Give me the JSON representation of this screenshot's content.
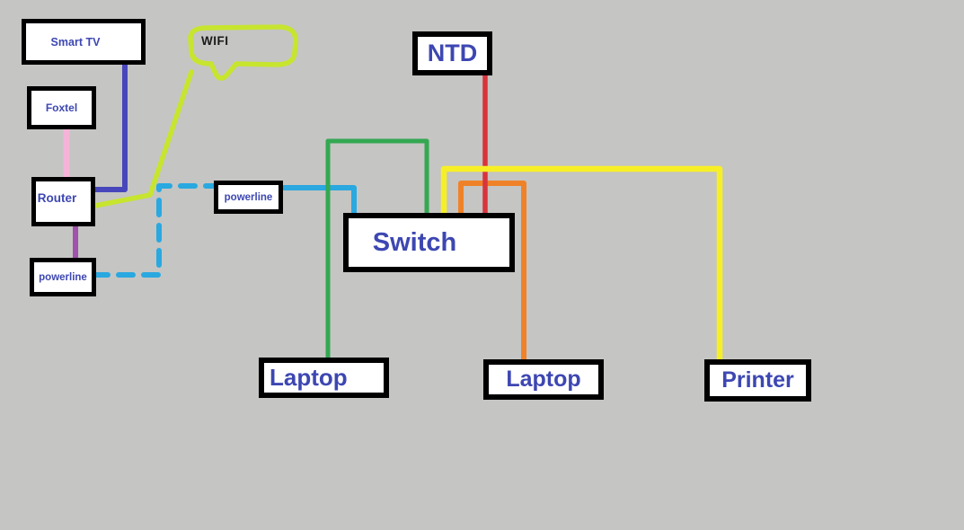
{
  "diagram": {
    "colors": {
      "background": "#c5c5c3",
      "node_fill": "#ffffff",
      "node_border": "#000000",
      "label_blue": "#3d47b2",
      "wifi_text": "#1a1a1a"
    },
    "nodes": {
      "smart_tv": {
        "label": "Smart TV"
      },
      "foxtel": {
        "label": "Foxtel"
      },
      "router": {
        "label": "Router"
      },
      "powerline_right": {
        "label": "powerline"
      },
      "powerline_left": {
        "label": "powerline"
      },
      "ntd": {
        "label": "NTD"
      },
      "switch": {
        "label": "Switch"
      },
      "laptop_left": {
        "label": "Laptop"
      },
      "laptop_right": {
        "label": "Laptop"
      },
      "printer": {
        "label": "Printer"
      }
    },
    "wifi": {
      "label": "WIFI",
      "color": "#c7e52f"
    },
    "connections": {
      "smarttv_router": {
        "from": "Smart TV",
        "to": "Router",
        "color": "#4747bb",
        "style": "solid"
      },
      "foxtel_router": {
        "from": "Foxtel",
        "to": "Router",
        "color": "#f5b3d8",
        "style": "solid"
      },
      "router_powerline": {
        "from": "Router",
        "to": "powerline",
        "color": "#a052ac",
        "style": "solid"
      },
      "wifi_router": {
        "from": "WIFI",
        "to": "Router",
        "color": "#c7e52f",
        "style": "solid"
      },
      "powerline_powerline": {
        "from": "powerline",
        "to": "powerline",
        "color": "#2aa8e0",
        "style": "dashed"
      },
      "powerline_switch": {
        "from": "powerline",
        "to": "Switch",
        "color": "#2aa8e0",
        "style": "solid"
      },
      "switch_laptop_left": {
        "from": "Switch",
        "to": "Laptop",
        "color": "#33a852",
        "style": "solid"
      },
      "switch_laptop_right": {
        "from": "Switch",
        "to": "Laptop",
        "color": "#ef8228",
        "style": "solid"
      },
      "ntd_switch": {
        "from": "NTD",
        "to": "Switch",
        "color": "#d8343c",
        "style": "solid"
      },
      "switch_printer": {
        "from": "Switch",
        "to": "Printer",
        "color": "#f7ef26",
        "style": "solid"
      }
    }
  }
}
